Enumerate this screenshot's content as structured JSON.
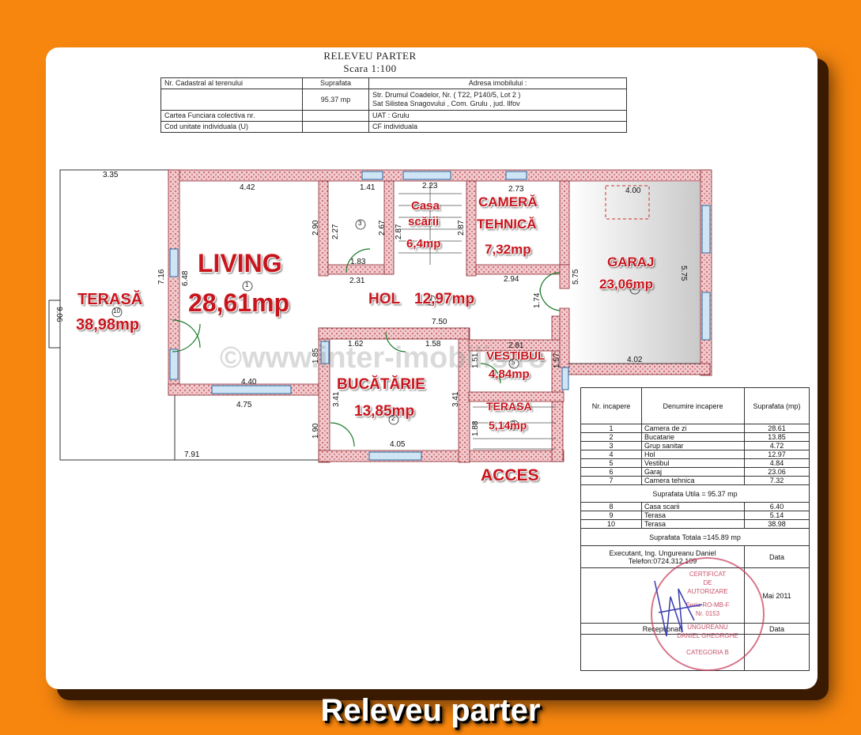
{
  "header": {
    "title": "RELEVEU PARTER",
    "scale": "Scara 1:100"
  },
  "info_table": {
    "col_cadastral": "Nr. Cadastral al terenului",
    "col_suprafata": "Suprafata",
    "col_adresa": "Adresa imobilului :",
    "suprafata_value": "95.37 mp",
    "adresa_line1": "Str. Drumul Coadelor, Nr.        ( T22, P140/5, Lot 2 )",
    "adresa_line2": "Sat Silistea Snagovului , Com. Grulu , jud. Ilfov",
    "cartea_label": "Cartea Funciara colectiva nr.",
    "uat": "UAT :  Grulu",
    "cod_label": "Cod unitate individuala (U)",
    "cf": "CF  individuala"
  },
  "rooms_labels": {
    "living": "LIVING",
    "living_area": "28,61mp",
    "terasa": "TERASĂ",
    "terasa_area": "38,98mp",
    "hol": "HOL",
    "hol_area": "12,97mp",
    "casa": "Casa",
    "scarii": "scării",
    "casa_area": "6,4mp",
    "camera": "CAMERĂ",
    "tehnica": "TEHNICĂ",
    "camera_area": "7,32mp",
    "garaj": "GARAJ",
    "garaj_area": "23,06mp",
    "vestibul": "VESTIBUL",
    "vestibul_area": "4,84mp",
    "bucatarie": "BUCĂTĂRIE",
    "bucatarie_area": "13,85mp",
    "terasa2": "TERASĂ",
    "terasa2_area": "5,14mp",
    "acces": "ACCES"
  },
  "dimensions": {
    "d335": "3.35",
    "d442": "4.42",
    "d141": "1.41",
    "d223": "2.23",
    "d273": "2.73",
    "d400": "4.00",
    "d290": "2.90",
    "d227": "2.27",
    "d267": "2.67",
    "d287a": "2.87",
    "d287b": "2.87",
    "d183": "1.83",
    "d231": "2.31",
    "d294": "2.94",
    "d575a": "5.75",
    "d575b": "5.75",
    "d716": "7.16",
    "d648": "6.48",
    "d906": "9.06",
    "d174": "1.74",
    "d750": "7.50",
    "d162": "1.62",
    "d158": "1.58",
    "d281": "2.81",
    "d185": "1.85",
    "d151": "1.51",
    "d157": "1.57",
    "d402": "4.02",
    "d440": "4.40",
    "d475": "4.75",
    "d341": "3.41",
    "d341b": "3.41",
    "d190": "1.90",
    "d405": "4.05",
    "d188": "1.88",
    "d791": "7.91"
  },
  "circle_numbers": [
    "1",
    "2",
    "3",
    "4",
    "5",
    "6",
    "7",
    "10"
  ],
  "watermark": "©www.inter-imobilis.ro",
  "rooms_table": {
    "h_nr": "Nr. incapere",
    "h_den": "Denumire incapere",
    "h_sup": "Suprafata (mp)",
    "rows": [
      {
        "nr": "1",
        "name": "Camera de zi",
        "area": "28.61"
      },
      {
        "nr": "2",
        "name": "Bucatarie",
        "area": "13.85"
      },
      {
        "nr": "3",
        "name": "Grup sanitar",
        "area": "4.72"
      },
      {
        "nr": "4",
        "name": "Hol",
        "area": "12.97"
      },
      {
        "nr": "5",
        "name": "Vestibul",
        "area": "4.84"
      },
      {
        "nr": "6",
        "name": "Garaj",
        "area": "23.06"
      },
      {
        "nr": "7",
        "name": "Camera tehnica",
        "area": "7.32"
      }
    ],
    "utila": "Suprafata Utila  = 95.37  mp",
    "rows2": [
      {
        "nr": "8",
        "name": "Casa scarii",
        "area": "6.40"
      },
      {
        "nr": "9",
        "name": "Terasa",
        "area": "5.14"
      },
      {
        "nr": "10",
        "name": "Terasa",
        "area": "38.98"
      }
    ],
    "totala": "Suprafata Totala =145.89  mp",
    "executant": "Executant, Ing. Ungureanu Daniel",
    "telefon": "Telefon:0724.312.109",
    "data_label": "Data",
    "date_value": "Mai 2011",
    "receptionat": "Receptionat,",
    "data_label2": "Data"
  },
  "stamp": {
    "line1": "CERTIFICAT",
    "line2": "DE",
    "line3": "AUTORIZARE",
    "serie": "Seria RO-MB-F",
    "nr": "Nr. 0153",
    "name1": "UNGUREANU",
    "name2": "DANIEL GHEORGHE",
    "cat": "CATEGORIA B"
  },
  "footer": {
    "title": "Releveu parter"
  },
  "colors": {
    "background": "#f7860f",
    "wall": "#e8b4b8",
    "label_red": "#c8141c"
  }
}
